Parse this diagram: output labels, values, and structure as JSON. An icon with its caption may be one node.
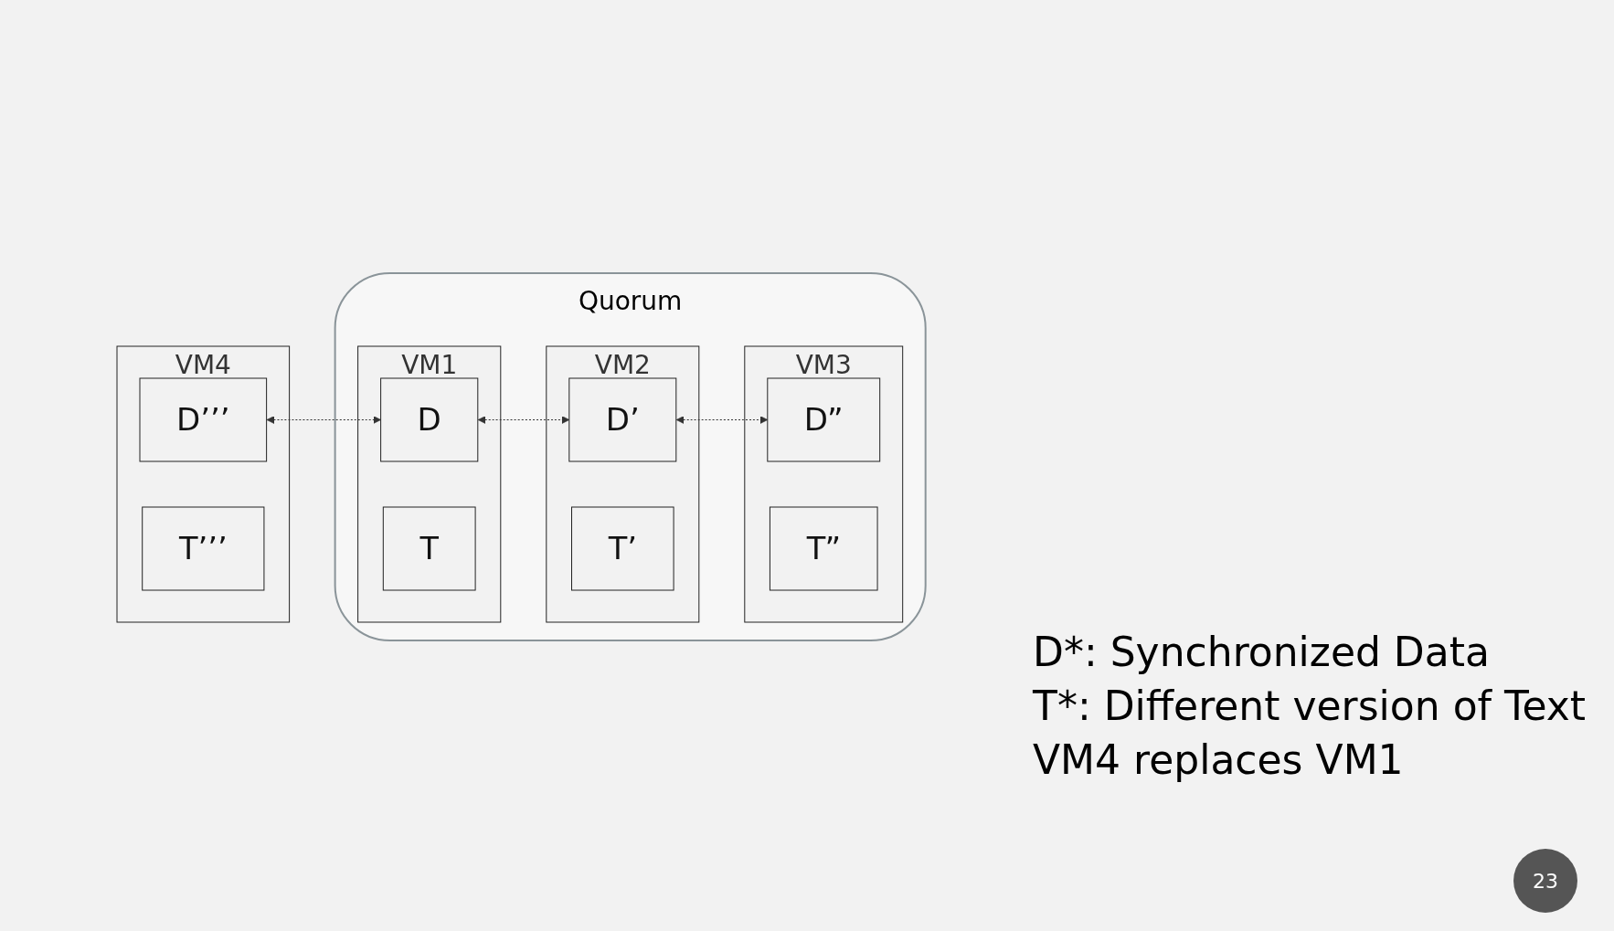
{
  "diagram": {
    "nodes": [
      {
        "text": [
          "Quorum"
        ]
      },
      {
        "text": [
          "VM1"
        ],
        "in": 0
      },
      {
        "text": [
          "D"
        ],
        "in": 1
      },
      {
        "text": [
          "T"
        ],
        "in": 1
      },
      {
        "text": [
          "VM2"
        ],
        "in": 0
      },
      {
        "text": [
          "D’"
        ],
        "in": 4
      },
      {
        "text": [
          "T’"
        ],
        "in": 4
      },
      {
        "text": [
          "VM3"
        ],
        "in": 0
      },
      {
        "text": [
          "D”"
        ],
        "in": 7
      },
      {
        "text": [
          "T”"
        ],
        "in": 7
      },
      {
        "text": [
          "VM4"
        ]
      },
      {
        "text": [
          "D’’’"
        ],
        "in": 10
      },
      {
        "text": [
          "T’’’"
        ],
        "in": 10
      }
    ],
    "edges": [
      {
        "from": 2,
        "to": 5,
        "arrow": "both",
        "style": "dashed"
      },
      {
        "from": 5,
        "to": 8,
        "arrow": "both",
        "style": "dashed"
      },
      {
        "from": 11,
        "to": 2,
        "arrow": "both",
        "style": "dashed"
      }
    ],
    "labels": [
      "D*: Synchronized Data",
      "T*: Different version of Text",
      "VM4 replaces VM1",
      "23"
    ]
  }
}
